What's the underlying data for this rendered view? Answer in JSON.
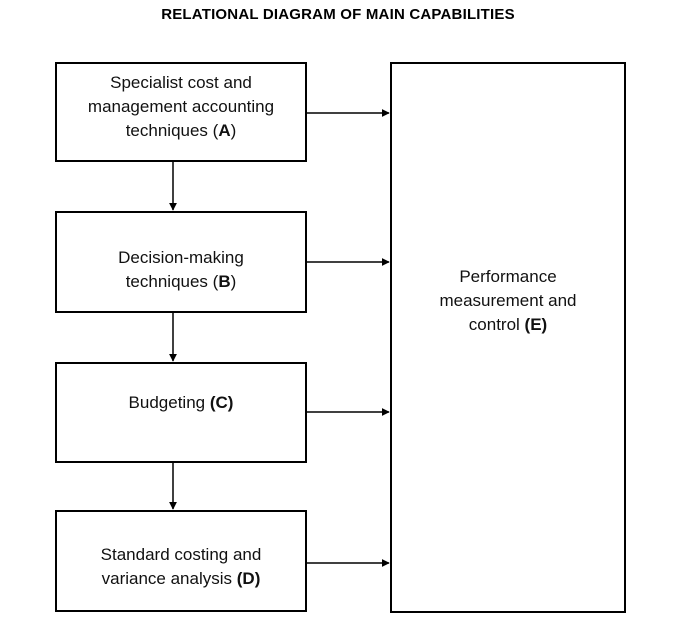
{
  "title": "RELATIONAL DIAGRAM OF MAIN CAPABILITIES",
  "boxes": {
    "a": {
      "line1": "Specialist cost and",
      "line2": "management accounting",
      "line3": "techniques (",
      "code": "A",
      "close": ")"
    },
    "b": {
      "line1": "Decision-making",
      "line2": "techniques (",
      "code": "B",
      "close": ")"
    },
    "c": {
      "line1": "Budgeting ",
      "code": "(C)"
    },
    "d": {
      "line1": "Standard costing and",
      "line2": "variance analysis ",
      "code": "(D)"
    },
    "e": {
      "line1": "Performance",
      "line2": "measurement and",
      "line3": "control  ",
      "code": "(E)"
    }
  },
  "connections": [
    {
      "from": "A",
      "to": "B"
    },
    {
      "from": "B",
      "to": "C"
    },
    {
      "from": "C",
      "to": "D"
    },
    {
      "from": "A",
      "to": "E"
    },
    {
      "from": "B",
      "to": "E"
    },
    {
      "from": "C",
      "to": "E"
    },
    {
      "from": "D",
      "to": "E"
    }
  ]
}
